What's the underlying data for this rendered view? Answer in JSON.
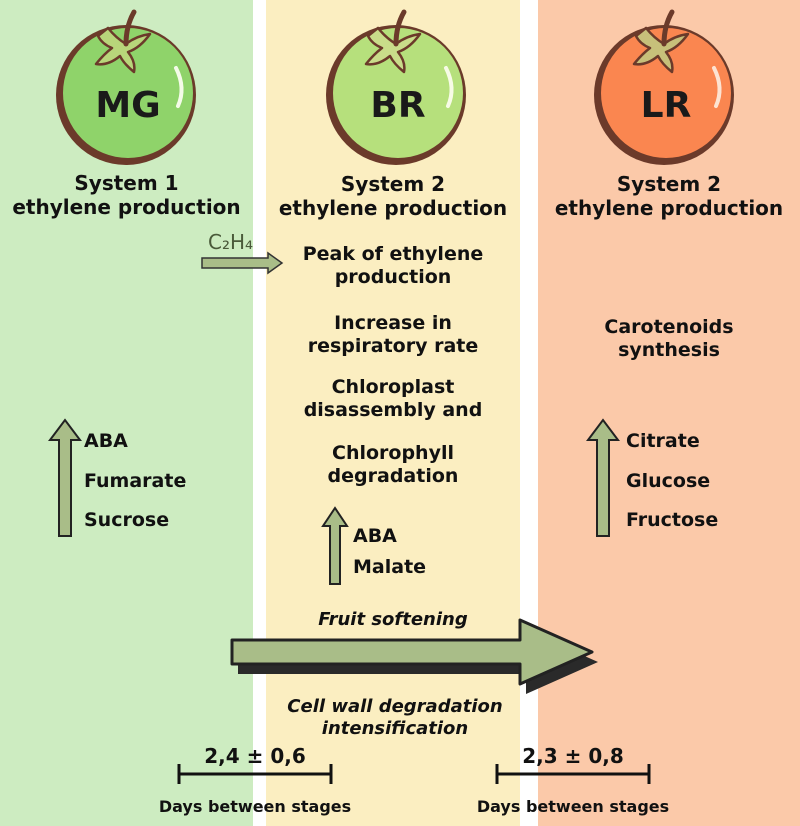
{
  "colors": {
    "mg_bg": "#cdecc1",
    "br_bg": "#fbeec1",
    "lr_bg": "#fbc9a9",
    "arrow_fill": "#a9bd88",
    "green_fruit": "#8fd36a",
    "light_fruit": "#b6e07c",
    "orange_fruit": "#fa8650"
  },
  "stages": [
    {
      "code": "MG",
      "system_line1": "System 1",
      "system_line2": "ethylene production",
      "metabolites": [
        "ABA",
        "Fumarate",
        "Sucrose"
      ]
    },
    {
      "code": "BR",
      "system_line1": "System 2",
      "system_line2": "ethylene production",
      "ethylene_label": "C₂H₄",
      "events": [
        [
          "Peak of ethylene",
          "production"
        ],
        [
          "Increase in",
          "respiratory rate"
        ],
        [
          "Chloroplast",
          "disassembly and"
        ],
        [
          "Chlorophyll",
          "degradation"
        ]
      ],
      "metabolites": [
        "ABA",
        "Malate"
      ]
    },
    {
      "code": "LR",
      "system_line1": "System 2",
      "system_line2": "ethylene production",
      "events": [
        [
          "Carotenoids",
          "synthesis"
        ]
      ],
      "metabolites": [
        "Citrate",
        "Glucose",
        "Fructose"
      ]
    }
  ],
  "softening": {
    "top_label": "Fruit softening",
    "bottom_line1": "Cell wall degradation",
    "bottom_line2": "intensification"
  },
  "intervals": [
    {
      "value": "2,4 ± 0,6",
      "caption": "Days between stages"
    },
    {
      "value": "2,3 ± 0,8",
      "caption": "Days between stages"
    }
  ]
}
